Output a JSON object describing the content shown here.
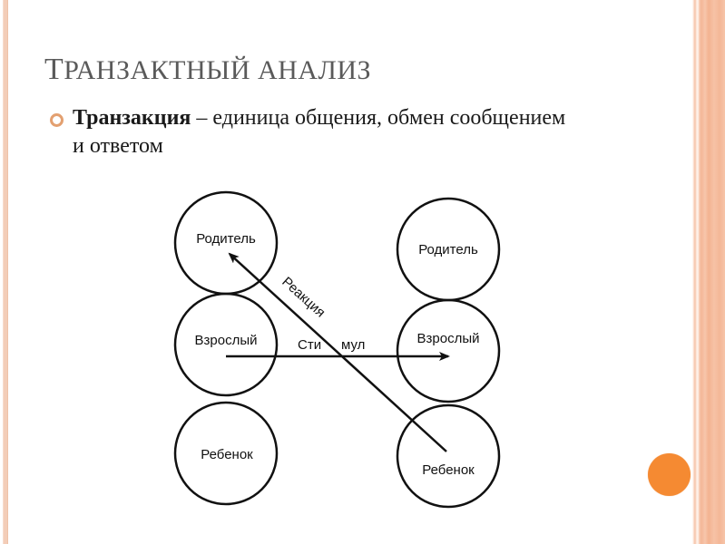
{
  "slide": {
    "title_first": "Т",
    "title_rest": "РАНЗАКТНЫЙ АНАЛИЗ",
    "bullet": {
      "term": "Транзакция",
      "definition": " – единица общения, обмен сообщением и ответом"
    }
  },
  "diagram": {
    "left_column": [
      "Родитель",
      "Взрослый",
      "Ребенок"
    ],
    "right_column": [
      "Родитель",
      "Взрослый",
      "Ребенок"
    ],
    "arrows": {
      "stimulus_label_part1": "Сти",
      "stimulus_label_part2": "мул",
      "reaction_label": "Реакция"
    }
  },
  "colors": {
    "accent": "#f58a32",
    "bullet_ring": "#e3a070",
    "border_stripe": "#f4b797",
    "title": "#5a5a5a"
  }
}
